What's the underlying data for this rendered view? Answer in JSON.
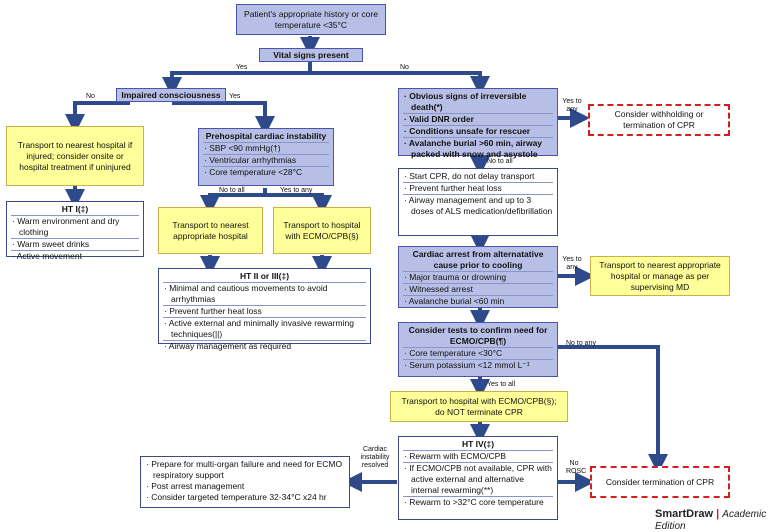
{
  "nodes": {
    "start": "Patient's appropriate history or core temperature <35°C",
    "vital": "Vital signs present",
    "impaired": "Impaired consciousness",
    "transport_nearest_1": "Transport to nearest hospital if injured; consider onsite or hospital treatment if uninjured",
    "prehospital": {
      "title": "Prehospital cardiac instability",
      "items": [
        "SBP <90 mmHg(†)",
        "Ventricular arrhythmias",
        "Core temperature <28°C"
      ]
    },
    "ht1": {
      "title": "HT I(‡)",
      "items": [
        "Warm environment and dry clothing",
        "Warm sweet drinks",
        "Active movement"
      ]
    },
    "transport_nearest_2": "Transport to nearest appropriate hospital",
    "transport_ecmo_1": "Transport to hospital with ECMO/CPB(§)",
    "ht23": {
      "title": "HT II or III(‡)",
      "items": [
        "Minimal and cautious movements to avoid arrhythmias",
        "Prevent further heat loss",
        "Active external and minimally invasive rewarming techniques(||)",
        "Airway management as required"
      ]
    },
    "irreversible": {
      "items": [
        "Obvious signs of irreversible death(*)",
        "Valid DNR order",
        "Conditions unsafe for rescuer",
        "Avalanche burial >60 min, airway packed with snow and asystole"
      ]
    },
    "withholding": "Consider withholding or termination of CPR",
    "start_cpr": {
      "items": [
        "Start CPR, do not delay transport",
        "Prevent further heat loss",
        "Airway management and up to 3 doses of ALS medication/defibrillation"
      ]
    },
    "alt_cause": {
      "title": "Cardiac arrest from alternatative cause prior to cooling",
      "items": [
        "Major trauma or drowning",
        "Witnessed arrest",
        "Avalanche burial <60 min"
      ]
    },
    "transport_appropriate": "Transport to nearest appropriate hospital or manage as per supervising MD",
    "tests": {
      "title": "Consider tests to confirm need for ECMO/CPB(¶)",
      "items": [
        "Core temperature <30°C",
        "Serum potassium <12 mmol L⁻¹"
      ]
    },
    "transport_ecmo_2": "Transport to hospital with ECMO/CPB(§); do NOT terminate CPR",
    "ht4": {
      "title": "HT IV(‡)",
      "items": [
        "Rewarm with ECMO/CPB",
        "If ECMO/CPB not available, CPR with active external and alternative internal rewarming(**)",
        "Rewarm to >32°C core temperature"
      ]
    },
    "post_arrest": {
      "items": [
        "Prepare for multi-organ failure and need for ECMO respiratory support",
        "Post arrest management",
        "Consider targeted temperature 32-34°C x24 hr"
      ]
    },
    "termination": "Consider termination of CPR"
  },
  "labels": {
    "yes": "Yes",
    "no": "No",
    "no_to_all": "No to all",
    "yes_to_any": "Yes to any",
    "yes_to_all": "Yes to all",
    "no_to_any": "No to any",
    "cardiac_instability_resolved": "Cardiac instability resolved",
    "no_rosc": "No ROSC"
  },
  "logo": {
    "brand": "SmartDraw",
    "edition": "Academic Edition"
  },
  "colors": {
    "arrow": "#2f4a8a",
    "blue_box": "#b8bfe6",
    "yellow_box": "#ffff99",
    "dashed_border": "#d41f1f"
  }
}
